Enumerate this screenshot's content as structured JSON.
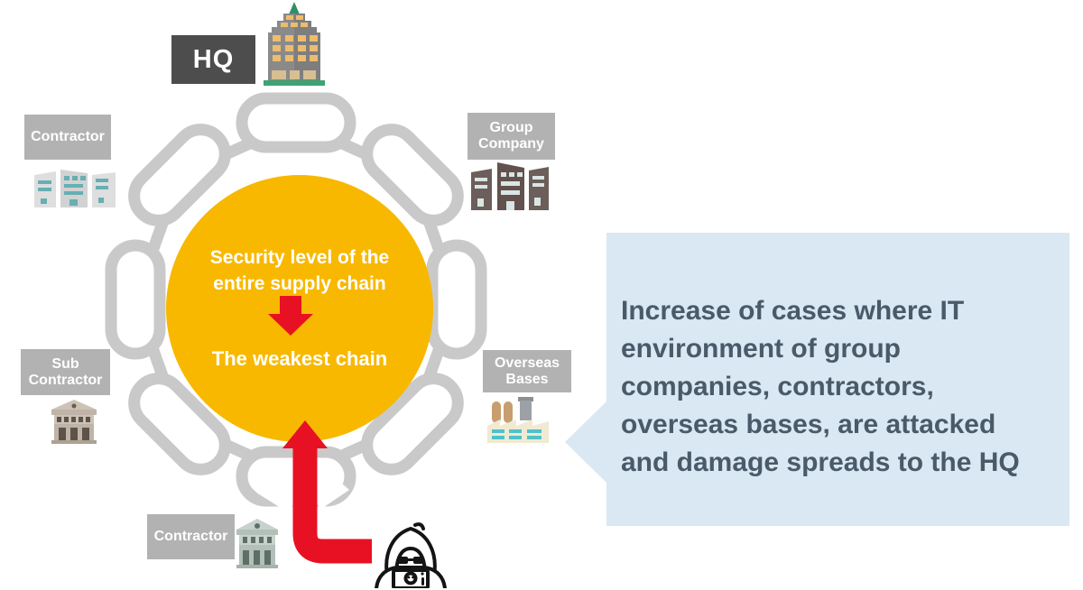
{
  "diagram": {
    "hq": {
      "label": "HQ"
    },
    "nodes": {
      "contractor_top": "Contractor",
      "group_company": "Group Company",
      "overseas_bases": "Overseas Bases",
      "sub_contractor": "Sub Contractor",
      "contractor_bottom": "Contractor"
    },
    "center_circle": {
      "line1": "Security level of the",
      "line2": "entire supply chain",
      "line3": "The weakest chain"
    }
  },
  "callout": {
    "lines": [
      "Increase of cases where IT",
      "environment of group",
      "companies, contractors,",
      "overseas bases, are attacked",
      "and damage spreads to the HQ"
    ]
  },
  "icons": {
    "hq_building": "office-tower-icon",
    "contractor_top": "city-buildings-icon",
    "group_company": "dark-city-buildings-icon",
    "overseas_bases": "factory-icon",
    "sub_contractor": "bank-building-icon",
    "contractor_bottom": "bank-building-icon",
    "attacker": "hacker-icon",
    "ring": "chain-ring",
    "down_arrow": "red-down-arrow-icon",
    "attack_arrow": "red-attack-arrow"
  },
  "colors": {
    "chain_gray": "#C9C9C9",
    "circle_yellow": "#F8B800",
    "arrow_red": "#E81123",
    "tag_gray": "#B2B2B2",
    "hq_tag_dark": "#4D4D4D",
    "callout_blue": "#D9E8F3",
    "callout_text": "#4A5A68"
  }
}
